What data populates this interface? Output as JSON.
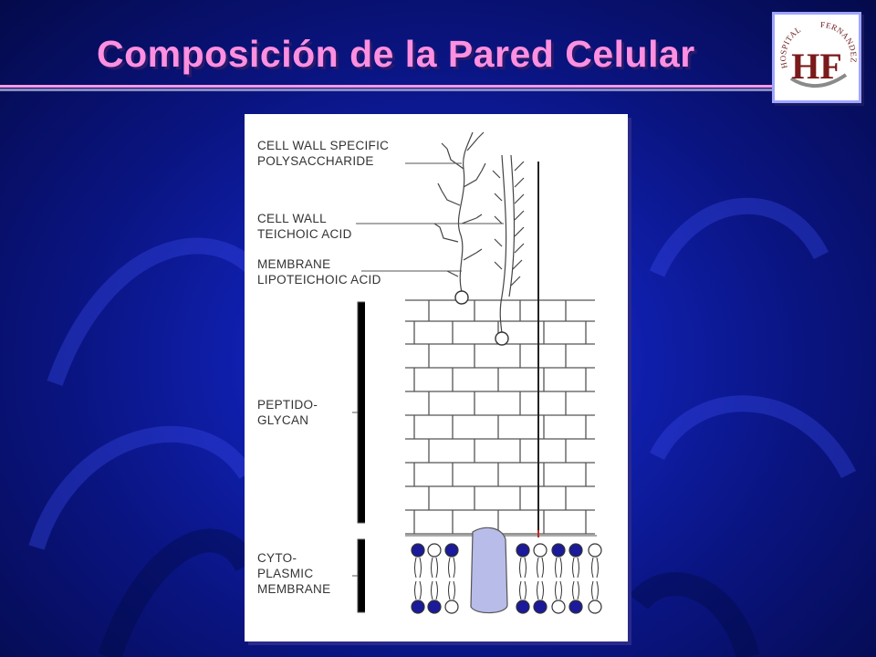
{
  "slide": {
    "title": "Composición de la Pared Celular",
    "logo_text": {
      "top": "HOSPITAL",
      "right": "FERNANDEZ",
      "monogram": "HF"
    }
  },
  "figure": {
    "labels": {
      "cell_wall_polysaccharide": [
        "CELL WALL SPECIFIC",
        "POLYSACCHARIDE"
      ],
      "cell_wall_teichoic": [
        "CELL WALL",
        "TEICHOIC ACID"
      ],
      "membrane_lipoteichoic": [
        "MEMBRANE",
        "LIPOTEICHOIC ACID"
      ],
      "peptidoglycan": [
        "PEPTIDO-",
        "GLYCAN"
      ],
      "cytoplasmic_membrane": [
        "CYTO-",
        "PLASMIC",
        "MEMBRANE"
      ]
    }
  },
  "colors": {
    "title": "#ff8fe0",
    "background": "#1020b0",
    "phospholipid_head": "#1a1a9a",
    "protein": "#b8bce8"
  }
}
